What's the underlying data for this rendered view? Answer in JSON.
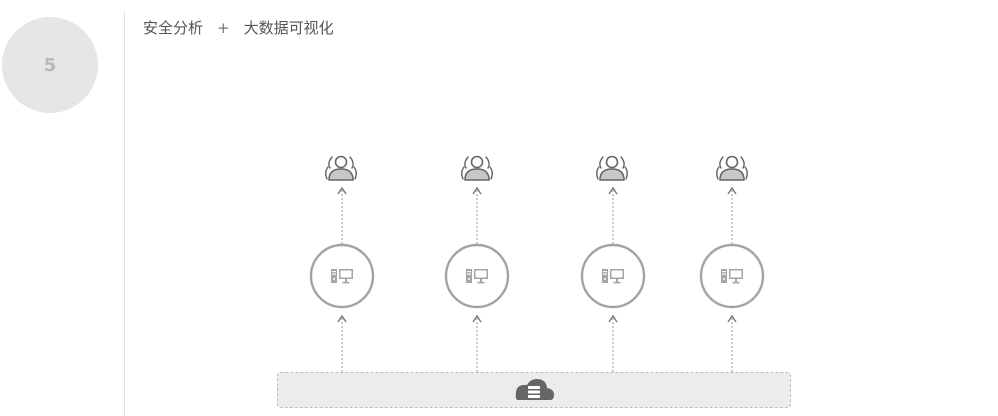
{
  "step": {
    "number": "5"
  },
  "header": {
    "left": "安全分析",
    "plus": "+",
    "right": "大数据可视化"
  },
  "diagram": {
    "icons": {
      "user": "user-group-icon",
      "node": "desktop-workstation-icon",
      "platform": "cloud-database-icon"
    },
    "colors": {
      "stroke": "#999999",
      "icon_fill": "#c8c8c8",
      "icon_dark": "#666666",
      "platform_fill": "#ececec",
      "platform_border": "#bcbcbc"
    }
  }
}
